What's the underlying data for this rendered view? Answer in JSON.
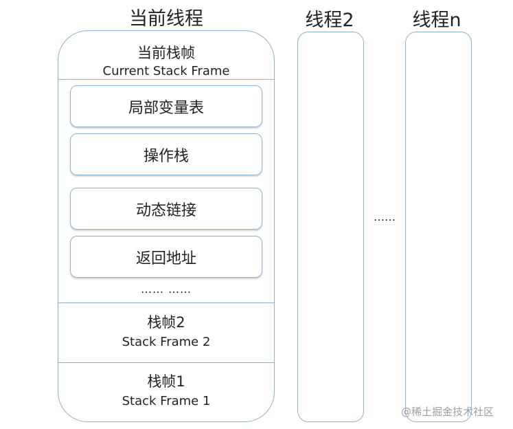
{
  "columns": {
    "current_thread_title": "当前线程",
    "thread2_title": "线程2",
    "threadn_title": "线程n",
    "between_ellipsis": "……"
  },
  "current_frame": {
    "title_cn": "当前栈帧",
    "title_en": "Current Stack Frame",
    "items": [
      {
        "label": "局部变量表"
      },
      {
        "label": "操作栈"
      },
      {
        "label": "动态链接"
      },
      {
        "label": "返回地址"
      }
    ],
    "ellipsis": "…… ……"
  },
  "frames": [
    {
      "title_cn": "栈帧2",
      "title_en": "Stack Frame 2"
    },
    {
      "title_cn": "栈帧1",
      "title_en": "Stack Frame 1"
    }
  ],
  "watermark": "@稀土掘金技术社区",
  "colors": {
    "border": "#8eb0d3",
    "text": "#222222",
    "watermark": "#9aa0a6"
  }
}
